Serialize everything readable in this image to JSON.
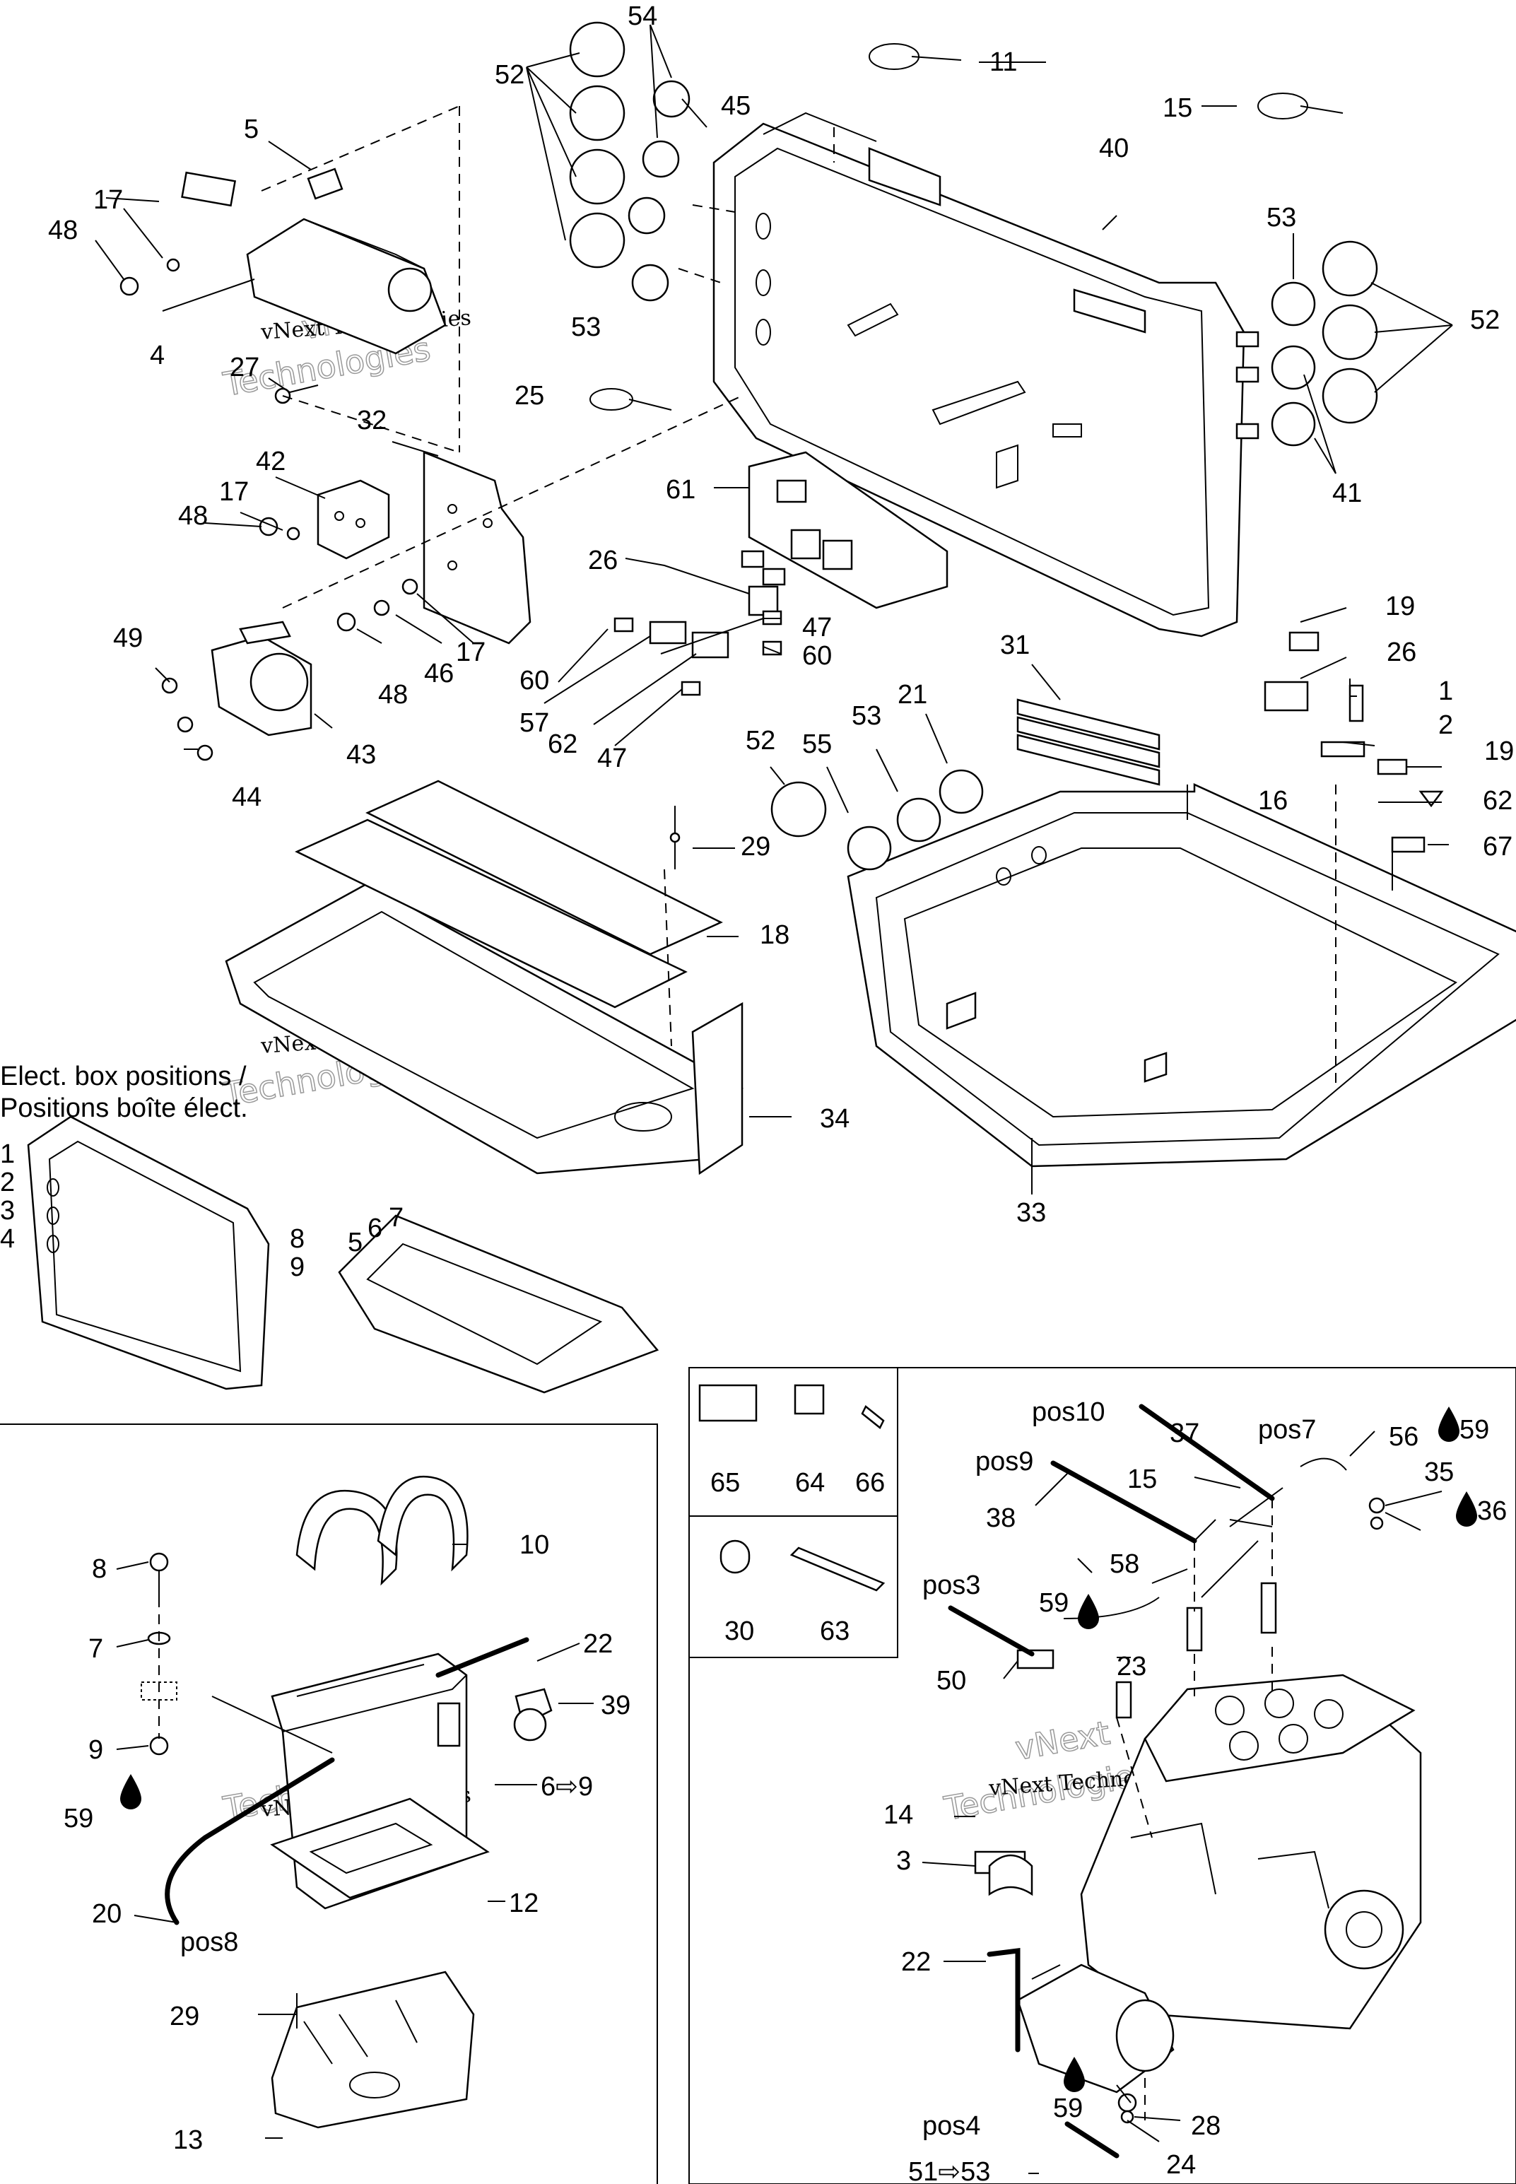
{
  "watermark": {
    "line1": "vNext Technologies",
    "line2": "vNext",
    "line3": "Technologies"
  },
  "caption": {
    "line1": "Elect. box positions /",
    "line2": "Positions boîte élect."
  },
  "callouts": {
    "n1": "1",
    "n2": "2",
    "n3": "3",
    "n4": "4",
    "n5": "5",
    "n6": "6",
    "n7": "7",
    "n8": "8",
    "n9": "9",
    "n10": "10",
    "n11": "11",
    "n12": "12",
    "n13": "13",
    "n14": "14",
    "n15": "15",
    "n16": "16",
    "n17": "17",
    "n18": "18",
    "n19": "19",
    "n20": "20",
    "n21": "21",
    "n22": "22",
    "n23": "23",
    "n24": "24",
    "n25": "25",
    "n26": "26",
    "n27": "27",
    "n28": "28",
    "n29": "29",
    "n30": "30",
    "n31": "31",
    "n32": "32",
    "n33": "33",
    "n34": "34",
    "n35": "35",
    "n36": "36",
    "n37": "37",
    "n38": "38",
    "n39": "39",
    "n40": "40",
    "n41": "41",
    "n42": "42",
    "n43": "43",
    "n44": "44",
    "n45": "45",
    "n46": "46",
    "n47": "47",
    "n48": "48",
    "n49": "49",
    "n50": "50",
    "n52": "52",
    "n53": "53",
    "n54": "54",
    "n55": "55",
    "n56": "56",
    "n57": "57",
    "n58": "58",
    "n59": "59",
    "n60": "60",
    "n61": "61",
    "n62": "62",
    "n63": "63",
    "n64": "64",
    "n65": "65",
    "n66": "66",
    "n67": "67",
    "r6to9": "6⇨9",
    "r51to53": "51⇨53"
  },
  "positions": {
    "pos3": "pos3",
    "pos4": "pos4",
    "pos7": "pos7",
    "pos8": "pos8",
    "pos9": "pos9",
    "pos10": "pos10"
  },
  "icons": {
    "drop": "sealant-drop-icon"
  }
}
